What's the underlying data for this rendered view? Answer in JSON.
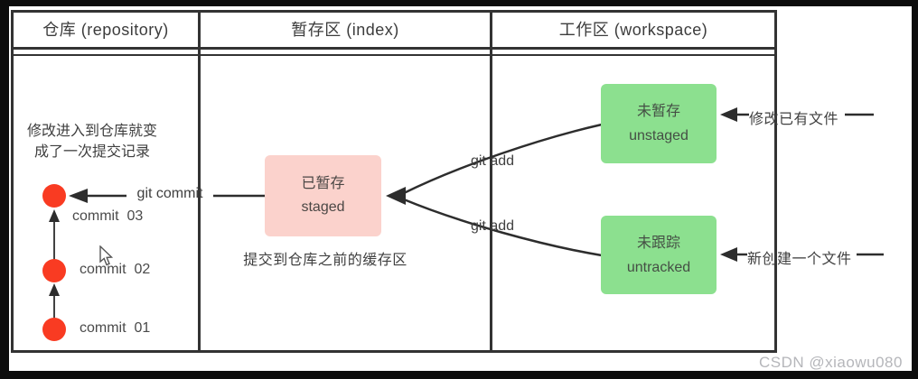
{
  "columns": {
    "repository": "仓库 (repository)",
    "index": "暂存区 (index)",
    "workspace": "工作区 (workspace)"
  },
  "repository": {
    "note_line1": "修改进入到仓库就变",
    "note_line2": "成了一次提交记录",
    "git_commit_label": "git commit",
    "commits": [
      {
        "label": "commit  01"
      },
      {
        "label": "commit  02"
      },
      {
        "label": "commit  03"
      }
    ]
  },
  "index": {
    "staged_box": {
      "line1": "已暂存",
      "line2": "staged"
    },
    "caption": "提交到仓库之前的缓存区",
    "git_add_upper": "git add",
    "git_add_lower": "git add"
  },
  "workspace": {
    "unstaged_box": {
      "line1": "未暂存",
      "line2": "unstaged"
    },
    "untracked_box": {
      "line1": "未跟踪",
      "line2": "untracked"
    },
    "modify_label": "修改已有文件",
    "new_file_label": "新创建一个文件"
  },
  "watermark": "CSDN @xiaowu080",
  "colors": {
    "commit_dot_red": "#f93b22",
    "staged_pink": "#fbd2cc",
    "workspace_green": "#8ce08f",
    "line_dark": "#2d2d2d",
    "border_dark": "#333333",
    "watermark_gray": "#b5b6ba"
  }
}
